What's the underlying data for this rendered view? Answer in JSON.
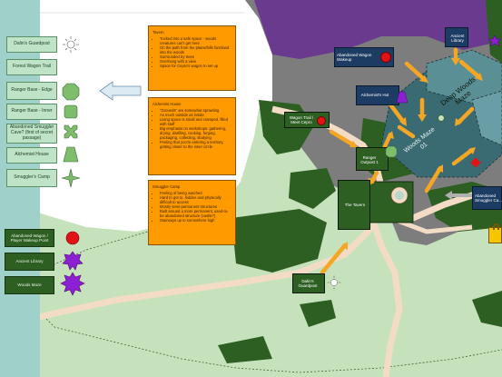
{
  "legend": {
    "items": [
      {
        "label": "Dalin's Guardpost"
      },
      {
        "label": "Forest Wagon Trail"
      },
      {
        "label": "Ranger Base - Edge"
      },
      {
        "label": "Ranger Base - Inner"
      },
      {
        "label": "Abandoned Smuggler Cave? (first of secret passage)"
      },
      {
        "label": "Alchemist House"
      },
      {
        "label": "Smuggler's Camp"
      },
      {
        "label": "Abandoned Wagon / Player Wakeup Point"
      },
      {
        "label": "Ancient Library"
      },
      {
        "label": "Woods Maze"
      }
    ]
  },
  "notes": {
    "tavern": {
      "title": "Tavern",
      "bullets": [
        "Tucked into a safe space - woods creatures can't get here",
        "On the path from the plains/hills farmland into the woods",
        "Surrounded by trees",
        "Overhang with a view",
        "Space for Cepro's wagon to set up"
      ]
    },
    "alchemist": {
      "title": "Alchemist House",
      "bullets": [
        "\"Grounds\" are somewhat sprawling",
        "As much outside as inside",
        "Living space is small and cramped, filled with stuff",
        "Big emphasis on workshops: gathering, drying, distilling, cooking, forging, packaging, collecting, studying",
        "Feeling that you're entering a territory, getting closer to the inner circle"
      ]
    },
    "smuggler": {
      "title": "Smuggler Camp",
      "bullets": [
        "Feeling of being watched",
        "Hard to get to, hidden and physically difficult to access",
        "Mostly semi-permanent structures",
        "Built around a more permanent, used-to-be abandoned structure (castle?)",
        "Stairways up to somewhere high"
      ]
    }
  },
  "map_labels": {
    "ancient_library": "Ancient Library",
    "abandoned_wagon": "Abandoned Wagon Wakeup",
    "deep_woods_maze": "Deep Woods Maze",
    "alchemists_hut": "Alchemist's Hut",
    "wagon_trail": "Wagon Trail / Meet Cepro",
    "woods_maze_01": "Woods Maze 01",
    "ranger_outpost": "Ranger Outpost 1",
    "the_tavern": "The Tavern",
    "abandoned_smuggler_cave": "Abandoned Smuggler Ca...",
    "dalins_guardpost": "Dalin's Guardpost"
  },
  "colors": {
    "dark_green": "#2d5e22",
    "light_green": "#c6e2bc",
    "purple": "#6a3a8f",
    "maze_teal": "#3a6b73",
    "orange": "#ff9a00",
    "path": "#f3dcc6",
    "arrow": "#f5a623"
  }
}
